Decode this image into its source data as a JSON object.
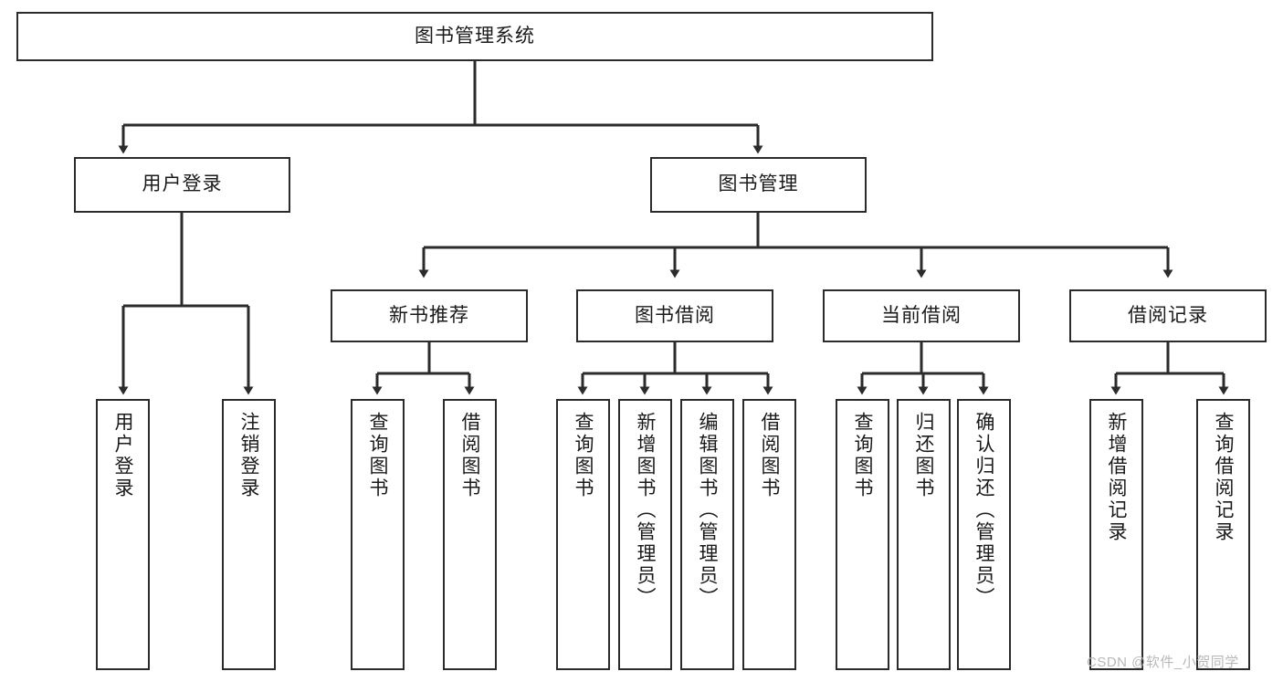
{
  "diagram": {
    "title": "图书管理系统",
    "type": "functional-structure-tree",
    "stroke_color": "#2b2b2b",
    "fill_color": "#ffffff",
    "text_color": "#1a1a1a",
    "background": "#ffffff"
  },
  "watermark": {
    "text": "CSDN @软件_小贺同学",
    "color": "#b9b9b9"
  },
  "nodes": {
    "root": {
      "label": "图书管理系统",
      "level": 0
    },
    "level1": [
      {
        "id": "user-login",
        "label": "用户登录"
      },
      {
        "id": "book-manage",
        "label": "图书管理"
      }
    ],
    "level2": [
      {
        "id": "new-book-recommend",
        "label": "新书推荐",
        "parent": "book-manage"
      },
      {
        "id": "book-borrow",
        "label": "图书借阅",
        "parent": "book-manage"
      },
      {
        "id": "current-borrow",
        "label": "当前借阅",
        "parent": "book-manage"
      },
      {
        "id": "borrow-record",
        "label": "借阅记录",
        "parent": "book-manage"
      }
    ],
    "leaves": [
      {
        "id": "leaf-user-login",
        "label": "用户登录",
        "parent": "user-login"
      },
      {
        "id": "leaf-logout-login",
        "label": "注销登录",
        "parent": "user-login"
      },
      {
        "id": "leaf-query-book-1",
        "label": "查询图书",
        "parent": "new-book-recommend"
      },
      {
        "id": "leaf-borrow-book-1",
        "label": "借阅图书",
        "parent": "new-book-recommend"
      },
      {
        "id": "leaf-query-book-2",
        "label": "查询图书",
        "parent": "book-borrow"
      },
      {
        "id": "leaf-add-book",
        "label": "新增图书（管理员）",
        "parent": "book-borrow"
      },
      {
        "id": "leaf-edit-book",
        "label": "编辑图书（管理员）",
        "parent": "book-borrow"
      },
      {
        "id": "leaf-borrow-book-2",
        "label": "借阅图书",
        "parent": "book-borrow"
      },
      {
        "id": "leaf-query-book-3",
        "label": "查询图书",
        "parent": "current-borrow"
      },
      {
        "id": "leaf-return-book",
        "label": "归还图书",
        "parent": "current-borrow"
      },
      {
        "id": "leaf-confirm-return",
        "label": "确认归还（管理员）",
        "parent": "current-borrow"
      },
      {
        "id": "leaf-add-record",
        "label": "新增借阅记录",
        "parent": "borrow-record"
      },
      {
        "id": "leaf-query-record",
        "label": "查询借阅记录",
        "parent": "borrow-record"
      }
    ]
  }
}
